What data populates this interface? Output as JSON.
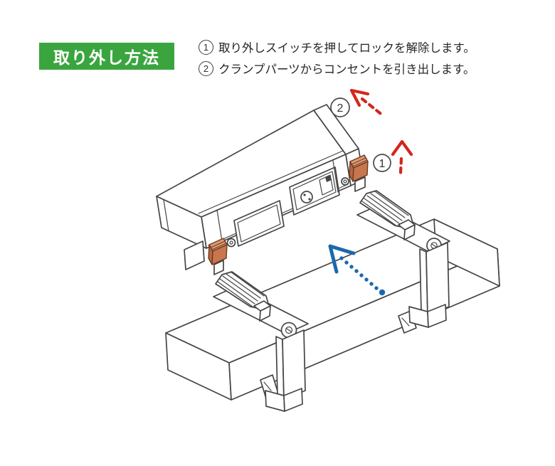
{
  "title": {
    "label": "取り外し方法"
  },
  "instructions": [
    {
      "num": "1",
      "text": "取り外しスイッチを押してロックを解除します。"
    },
    {
      "num": "2",
      "text": "クランプパーツからコンセントを引き出します。"
    }
  ],
  "diagram": {
    "markers": {
      "step1": "1",
      "step2": "2"
    }
  },
  "colors": {
    "green": "#3aa53f",
    "title_text": "#ffffff",
    "line": "#454545",
    "ink": "#262626",
    "red": "#d3271c",
    "blue": "#1b69ad",
    "clip_light": "#dd9a72",
    "clip_mid": "#c9764e",
    "clip_dark": "#b56a43",
    "clip_edge": "#6b3a22"
  }
}
